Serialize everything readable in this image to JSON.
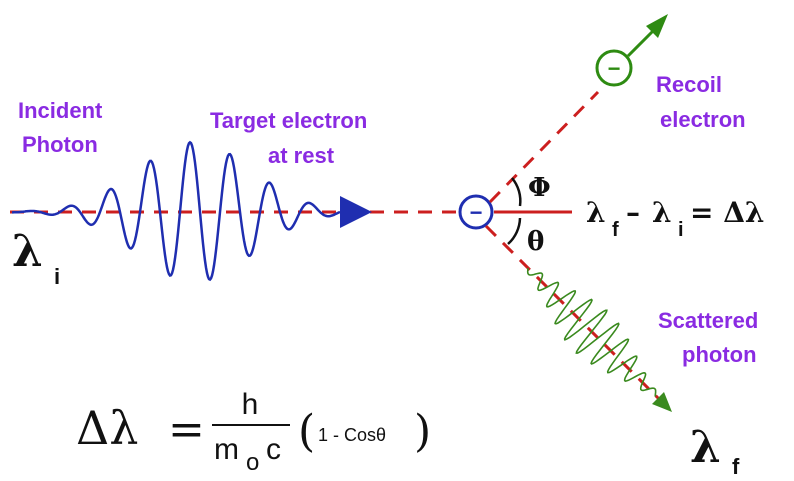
{
  "labels": {
    "incident_line1": "Incident",
    "incident_line2": "Photon",
    "target_line1": "Target electron",
    "target_line2": "at rest",
    "recoil_line1": "Recoil",
    "recoil_line2": "electron",
    "scattered_line1": "Scattered",
    "scattered_line2": "photon"
  },
  "symbols": {
    "lambda": "λ",
    "sub_i": "i",
    "sub_f": "f",
    "phi": "Φ",
    "theta": "θ",
    "electron": "−"
  },
  "shift_equation": {
    "minus": "–",
    "equals": "= Δλ"
  },
  "formula": {
    "delta_lambda": "Δλ",
    "equals": "=",
    "numerator": "h",
    "denominator_m": "m",
    "denominator_sub": "o",
    "denominator_c": "c",
    "paren_open": "(",
    "paren_content": "1 - Cosθ",
    "paren_close": ")"
  },
  "colors": {
    "wave_incident": "#1f2eb0",
    "wave_scattered": "#3a8a1e",
    "dashed_line": "#cc1f1f",
    "recoil_electron": "#2e8b12",
    "target_electron": "#1f2eb0",
    "label_purple": "#8a2be2"
  }
}
